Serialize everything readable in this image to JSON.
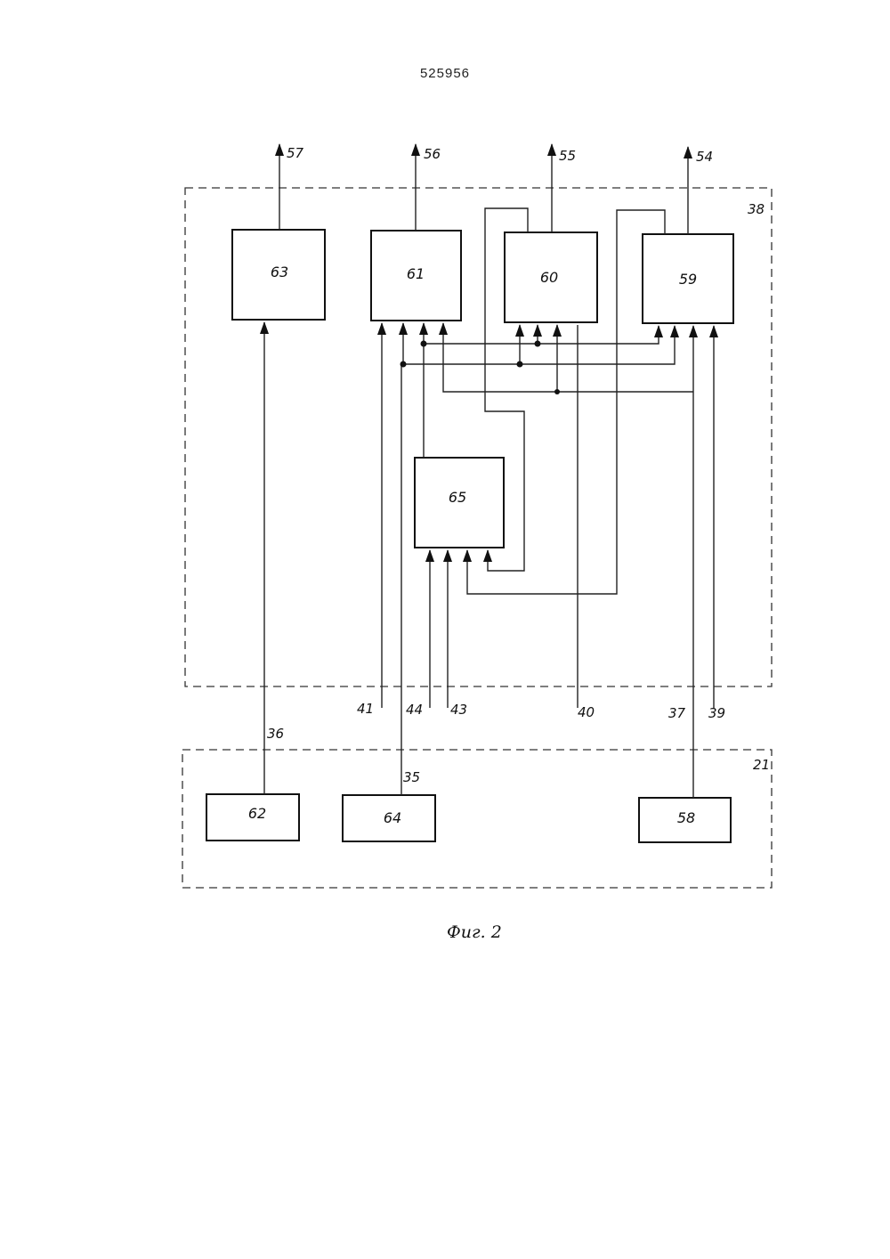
{
  "document_number": "525956",
  "caption": "Фиг. 2",
  "groups": {
    "g38": "38",
    "g21": "21"
  },
  "blocks": {
    "b57_63": "63",
    "b61": "61",
    "b60": "60",
    "b59": "59",
    "b65": "65",
    "b62": "62",
    "b64": "64",
    "b58": "58"
  },
  "outputs": {
    "o57": "57",
    "o56": "56",
    "o55": "55",
    "o54": "54"
  },
  "inputs": {
    "i41": "41",
    "i44": "44",
    "i43": "43",
    "i40": "40",
    "i37": "37",
    "i39": "39",
    "i36": "36",
    "i35": "35"
  }
}
